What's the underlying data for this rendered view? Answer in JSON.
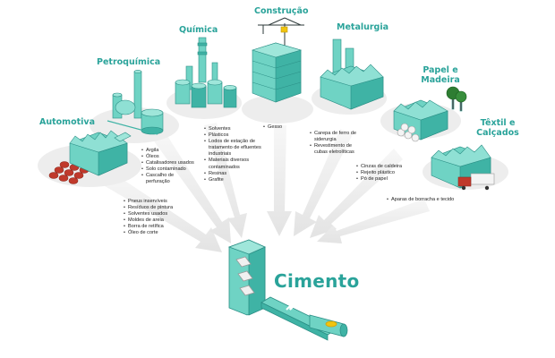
{
  "title": "Cimento",
  "sectors": [
    {
      "id": "automotiva",
      "name": "Automotiva",
      "items": [
        "Pneus inservíveis",
        "Resíduos de pintura",
        "Solventes usados",
        "Moldes de areia",
        "Borra de retífica",
        "Óleo de corte"
      ]
    },
    {
      "id": "petroquimica",
      "name": "Petroquímica",
      "items": [
        "Argila",
        "Óleos",
        "Catalisadores usados",
        "Solo contaminado",
        "Cascalho de perfuração"
      ]
    },
    {
      "id": "quimica",
      "name": "Química",
      "items": [
        "Solventes",
        "Plásticos",
        "Lodos de estação de tratamento de efluentes industriais",
        "Materiais diversos contaminados",
        "Resinas",
        "Grafite"
      ]
    },
    {
      "id": "construcao",
      "name": "Construção",
      "items": [
        "Gesso"
      ]
    },
    {
      "id": "metalurgia",
      "name": "Metalurgia",
      "items": [
        "Carepa de ferro de siderurgia",
        "Revestimento de cubas eletrolíticas"
      ]
    },
    {
      "id": "papel-madeira",
      "name": "Papel e Madeira",
      "items": [
        "Cinzas de caldeira",
        "Rejeito plástico",
        "Pó de papel"
      ]
    },
    {
      "id": "textil-calcados",
      "name": "Têxtil e Calçados",
      "items": [
        "Aparas de borracha e tecido"
      ]
    }
  ],
  "colors": {
    "accent": "#2aa39a",
    "building": "#6fd3c4",
    "building_dark": "#3fb3a5",
    "arrow": "#ebebeb",
    "disc": "#ededed",
    "tires": "#c0392b"
  }
}
